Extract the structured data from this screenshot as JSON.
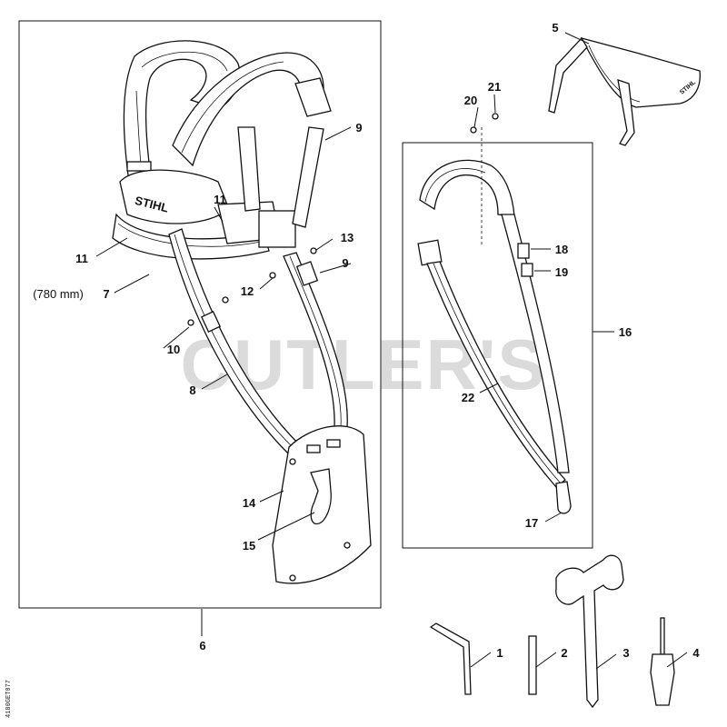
{
  "watermark": "CUTLER'S",
  "brand": {
    "harness_logo": "STIHL",
    "glasses_logo": "STIHL"
  },
  "side_code": "4180GET077",
  "dimension_label": "(780 mm)",
  "callouts": {
    "c1": "1",
    "c2": "2",
    "c3": "3",
    "c4": "4",
    "c5": "5",
    "c6": "6",
    "c7": "7",
    "c8": "8",
    "c9a": "9",
    "c9b": "9",
    "c10": "10",
    "c11a": "11",
    "c11b": "11",
    "c12": "12",
    "c13": "13",
    "c14": "14",
    "c15": "15",
    "c16": "16",
    "c17": "17",
    "c18": "18",
    "c19": "19",
    "c20": "20",
    "c21": "21",
    "c22": "22"
  }
}
